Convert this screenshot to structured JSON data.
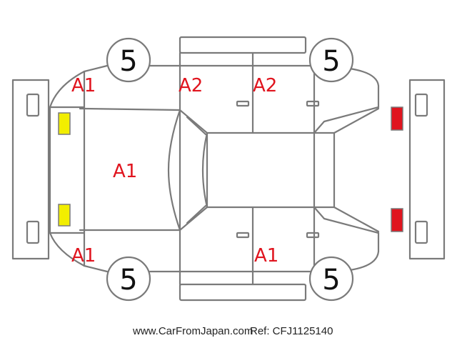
{
  "colors": {
    "damage_code": "#e0141e",
    "front_lamp": "#f2ee00",
    "rear_lamp": "#e0141e",
    "outline": "#7a7a7a"
  },
  "tires": {
    "front_left": "5",
    "rear_left": "5",
    "front_right": "5",
    "rear_right": "5"
  },
  "damage_codes": {
    "front_left_fender": "A1",
    "front_left_door": "A2",
    "rear_left_door": "A2",
    "hood": "A1",
    "front_right_fender": "A1",
    "rear_right_door": "A1"
  },
  "footer": {
    "site": "www.CarFromJapan.com",
    "ref": "Ref: CFJ1125140"
  }
}
